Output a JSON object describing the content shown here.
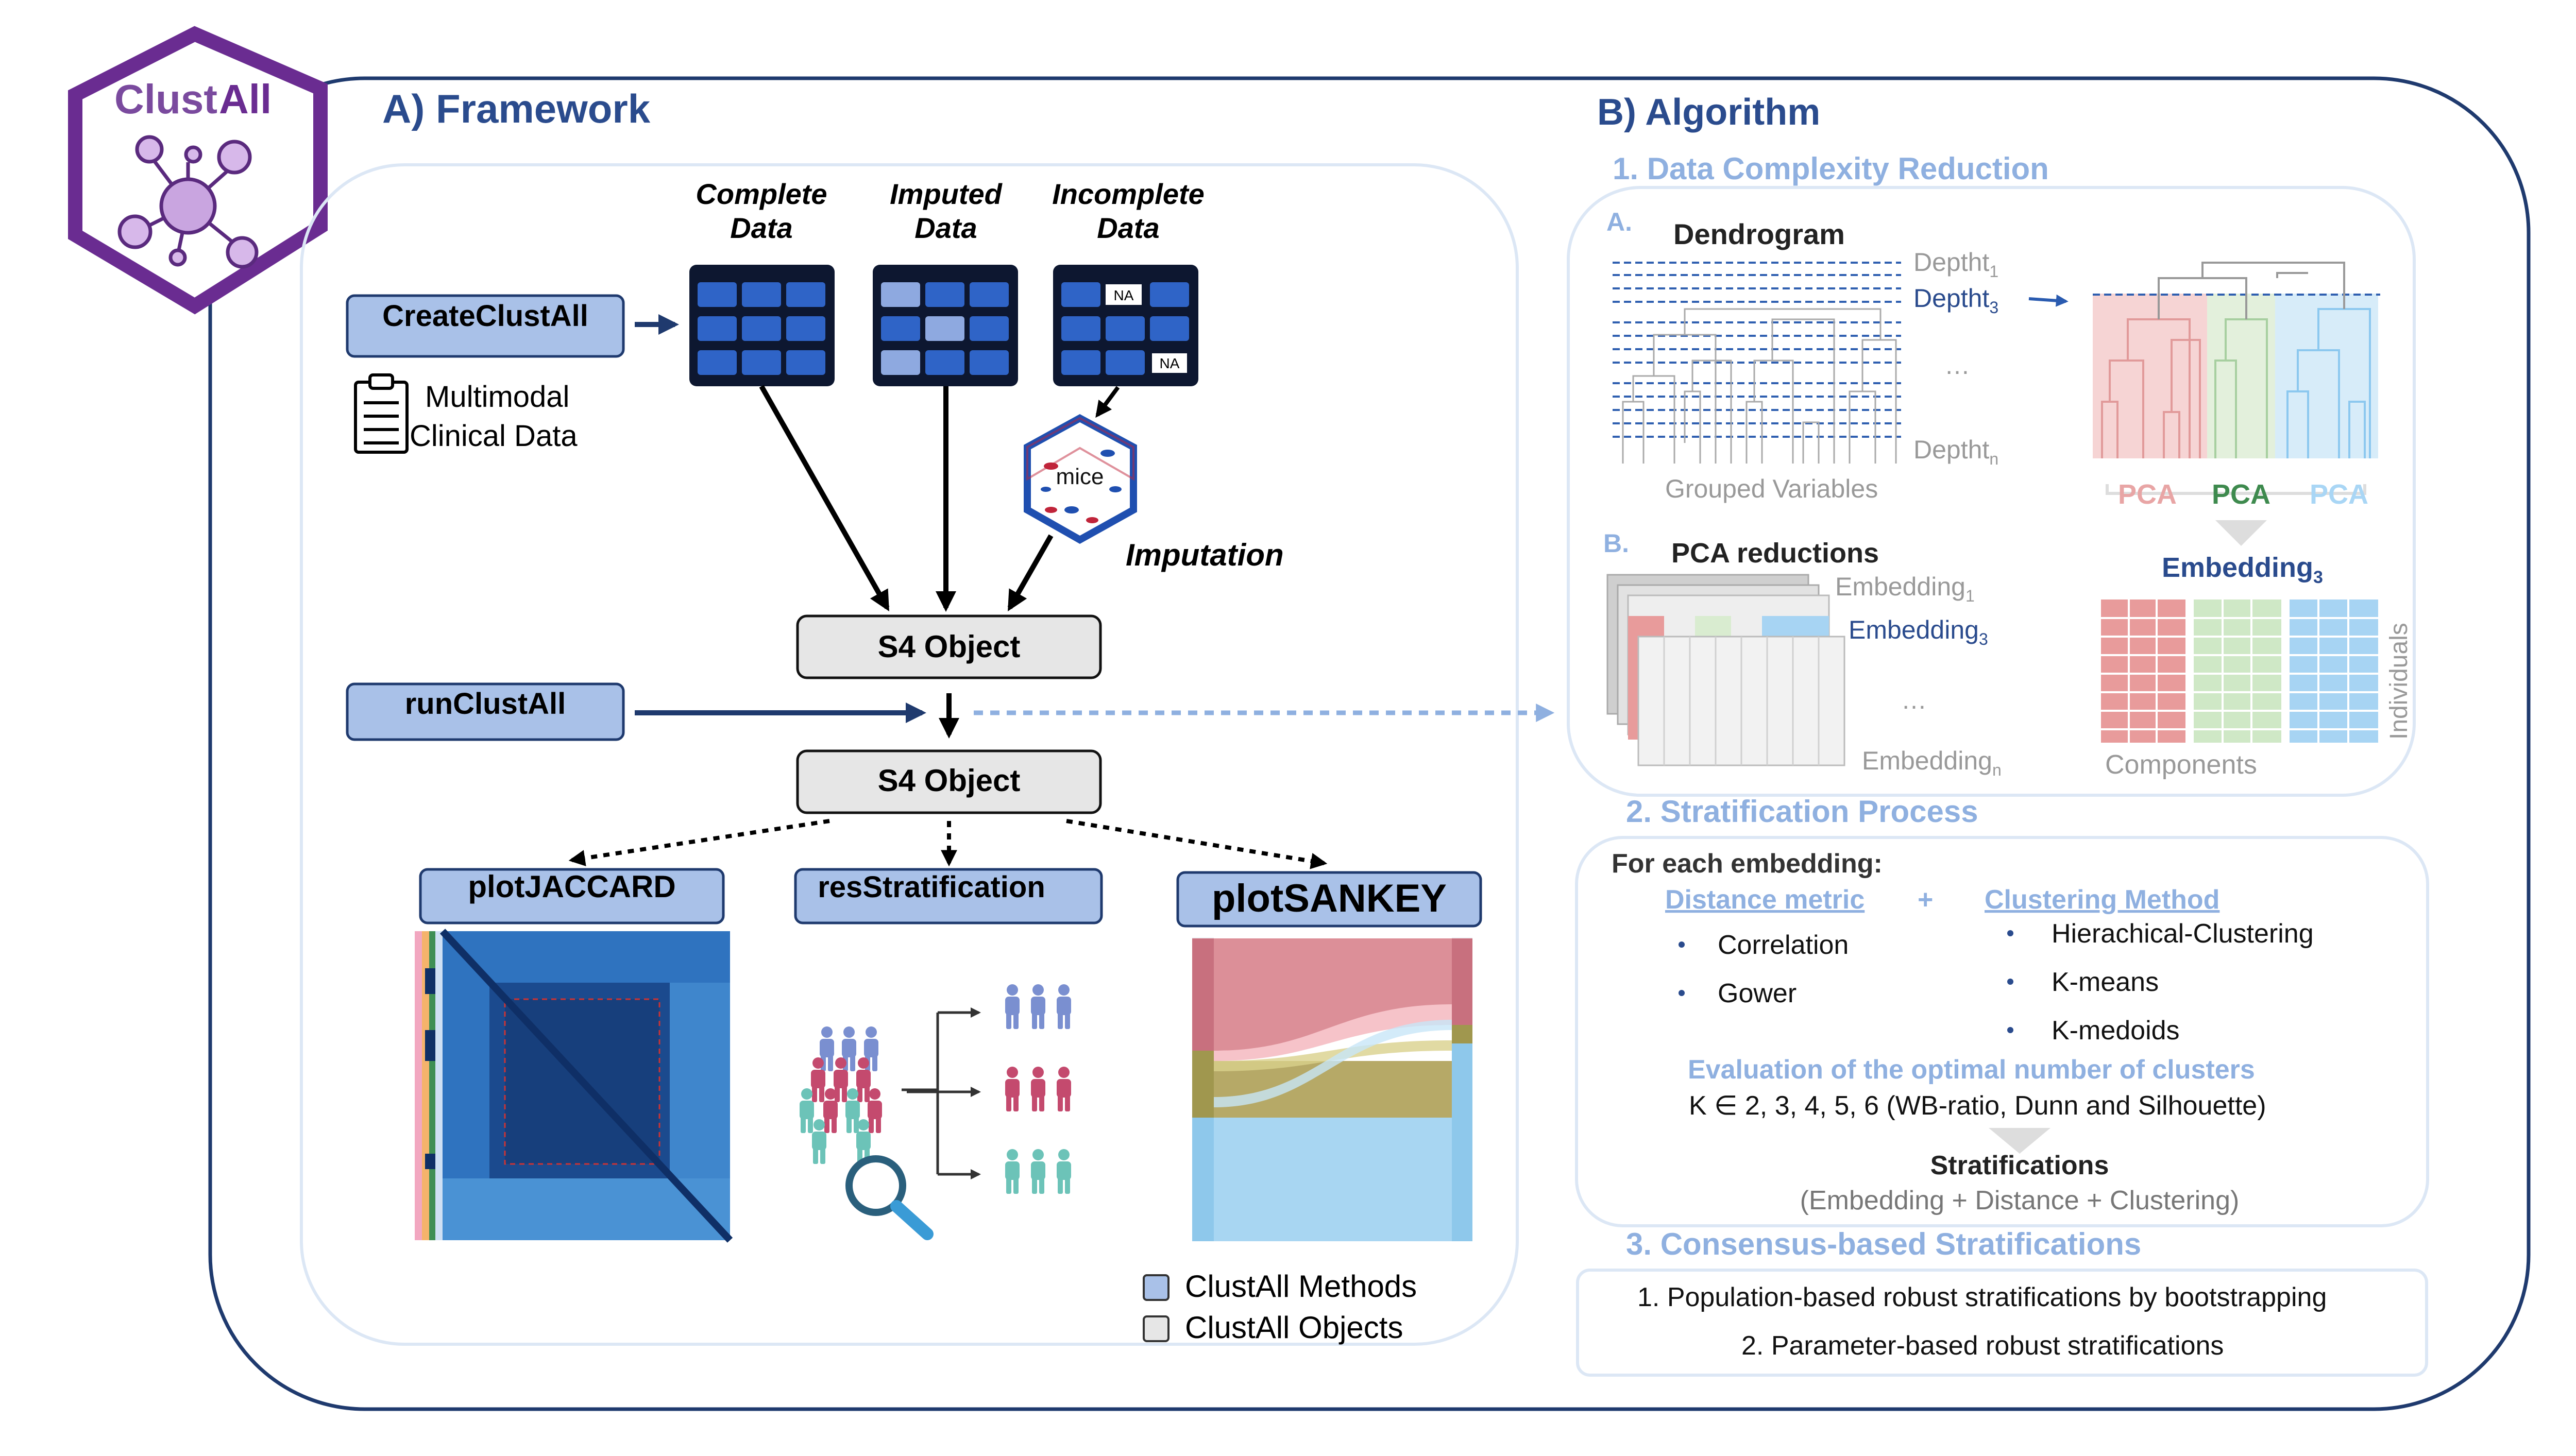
{
  "logo": {
    "text_a": "Clust",
    "text_b": "All"
  },
  "section_a": {
    "title": "A) Framework"
  },
  "section_b": {
    "title": "B) Algorithm"
  },
  "data_tables": [
    {
      "line1": "Complete",
      "line2": "Data"
    },
    {
      "line1": "Imputed",
      "line2": "Data"
    },
    {
      "line1": "Incomplete",
      "line2": "Data"
    }
  ],
  "na_label": "NA",
  "mice_label": "mice",
  "imputation_label": "Imputation",
  "methods": {
    "create": "CreateClustAll",
    "run": "runClustAll",
    "jaccard": "plotJACCARD",
    "res": "resStratification",
    "sankey": "plotSANKEY"
  },
  "objects": {
    "s4_top": "S4 Object",
    "s4_bottom": "S4 Object"
  },
  "clinical": {
    "line1": "Multimodal",
    "line2": "Clinical Data"
  },
  "legend": {
    "methods": "ClustAll Methods",
    "objects": "ClustAll Objects"
  },
  "step1": {
    "title": "1. Data Complexity Reduction",
    "a_letter": "A.",
    "dendrogram": "Dendrogram",
    "depth_prefix": "Deptht",
    "depth_subs": [
      "1",
      "3",
      "n"
    ],
    "ellipsis": "…",
    "grouped_variables": "Grouped Variables",
    "pca_labels": [
      "PCA",
      "PCA",
      "PCA"
    ],
    "embedding3": "Embedding",
    "embedding3_sub": "3",
    "b_letter": "B.",
    "pca_reductions": "PCA reductions",
    "embedding_prefix": "Embedding",
    "embedding_subs": [
      "1",
      "3",
      "n"
    ],
    "components": "Components",
    "individuals": "Individuals"
  },
  "step2": {
    "title": "2. Stratification Process",
    "for_each": "For each embedding:",
    "distance_title": "Distance metric",
    "plus": "+",
    "clustering_title": "Clustering Method",
    "distances": [
      "Correlation",
      "Gower"
    ],
    "clusterings": [
      "Hierachical-Clustering",
      "K-means",
      "K-medoids"
    ],
    "evaluation": "Evaluation of the optimal number of clusters",
    "k_line": "K ∈  2, 3, 4, 5, 6 (WB-ratio, Dunn and Silhouette)",
    "stratifications": "Stratifications",
    "strat_formula": "(Embedding + Distance + Clustering)"
  },
  "step3": {
    "title": "3. Consensus-based Stratifications",
    "items": [
      "1. Population-based robust stratifications by bootstrapping",
      "2. Parameter-based  robust stratifications"
    ]
  },
  "colors": {
    "navy": "#1f3a6e",
    "method_fill": "#a9c1e8",
    "object_fill": "#e6e6e6",
    "title_blue": "#2a4b8d",
    "light_blue_text": "#8fb0e0",
    "purple": "#6a2c91",
    "pca_red": "#e8a5a5",
    "pca_green": "#3e8a4e",
    "pca_blue": "#a9d6f5"
  }
}
